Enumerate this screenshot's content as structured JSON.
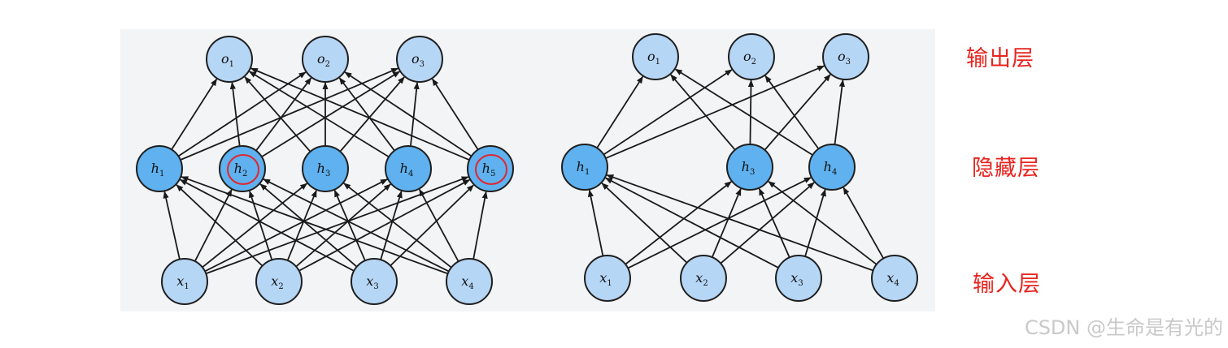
{
  "colors": {
    "node_light_fill": "#b6d6f6",
    "node_dark_fill": "#5fb1ef",
    "node_stroke": "#1f1f1f",
    "edge": "#1a1a1a",
    "dropout_mark": "#e3262c",
    "label_red": "#e8231e",
    "watermark": "#c9c9c9"
  },
  "layer_labels": {
    "output": "输出层",
    "hidden": "隐藏层",
    "input": "输入层"
  },
  "watermark": "CSDN @生命是有光的",
  "networks": [
    {
      "name": "full-network",
      "output": [
        {
          "id": "o1",
          "base": "o",
          "sub": "1"
        },
        {
          "id": "o2",
          "base": "o",
          "sub": "2"
        },
        {
          "id": "o3",
          "base": "o",
          "sub": "3"
        }
      ],
      "hidden": [
        {
          "id": "h1",
          "base": "h",
          "sub": "1",
          "dropped": false
        },
        {
          "id": "h2",
          "base": "h",
          "sub": "2",
          "dropped": true
        },
        {
          "id": "h3",
          "base": "h",
          "sub": "3",
          "dropped": false
        },
        {
          "id": "h4",
          "base": "h",
          "sub": "4",
          "dropped": false
        },
        {
          "id": "h5",
          "base": "h",
          "sub": "5",
          "dropped": true
        }
      ],
      "input": [
        {
          "id": "x1",
          "base": "x",
          "sub": "1"
        },
        {
          "id": "x2",
          "base": "x",
          "sub": "2"
        },
        {
          "id": "x3",
          "base": "x",
          "sub": "3"
        },
        {
          "id": "x4",
          "base": "x",
          "sub": "4"
        }
      ]
    },
    {
      "name": "dropout-network",
      "output": [
        {
          "id": "o1",
          "base": "o",
          "sub": "1"
        },
        {
          "id": "o2",
          "base": "o",
          "sub": "2"
        },
        {
          "id": "o3",
          "base": "o",
          "sub": "3"
        }
      ],
      "hidden": [
        {
          "id": "h1",
          "base": "h",
          "sub": "1",
          "dropped": false
        },
        {
          "id": "h3",
          "base": "h",
          "sub": "3",
          "dropped": false
        },
        {
          "id": "h4",
          "base": "h",
          "sub": "4",
          "dropped": false
        }
      ],
      "input": [
        {
          "id": "x1",
          "base": "x",
          "sub": "1"
        },
        {
          "id": "x2",
          "base": "x",
          "sub": "2"
        },
        {
          "id": "x3",
          "base": "x",
          "sub": "3"
        },
        {
          "id": "x4",
          "base": "x",
          "sub": "4"
        }
      ]
    }
  ]
}
